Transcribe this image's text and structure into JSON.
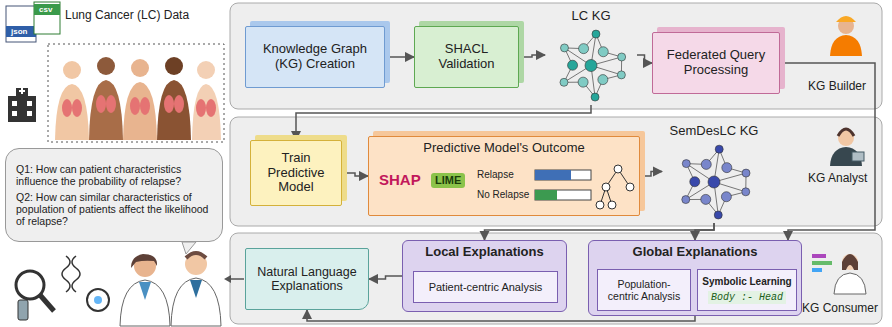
{
  "diagram": {
    "nodes": [
      {
        "text": [
          "Knowledge Graph (KG) Creation"
        ]
      },
      {
        "text": [
          "SHACL Validation"
        ]
      },
      {
        "text": [
          "LC KG"
        ]
      },
      {
        "text": [
          "Federated Query Processing"
        ]
      },
      {
        "text": [
          "Train Predictive Model"
        ]
      },
      {
        "text": [
          "Predictive Model's Outcome",
          "SHAP",
          "LIME",
          "Relapse",
          "No Relapse"
        ]
      },
      {
        "text": [
          "SemDesLC KG"
        ]
      },
      {
        "text": [
          "Natural Language Explanations"
        ]
      },
      {
        "text": [
          "Local Explanations"
        ]
      },
      {
        "text": [
          "Patient-centric Analysis"
        ],
        "in": 8
      },
      {
        "text": [
          "Global Explanations"
        ]
      },
      {
        "text": [
          "Population-centric Analysis"
        ],
        "in": 10
      },
      {
        "text": [
          "Symbolic Learning",
          "Body :- Head"
        ],
        "in": 10
      },
      {
        "text": [
          "Q1: How can patient characteristics influence the probability of relapse?",
          "Q2: How can similar characteristics of population of patients affect the likelihood of relapse?"
        ]
      }
    ],
    "edges": [
      {
        "from": 0,
        "to": 1,
        "arrow": "to"
      },
      {
        "from": 1,
        "to": 2,
        "arrow": "to"
      },
      {
        "from": 2,
        "to": 3,
        "arrow": "to"
      },
      {
        "from": 3,
        "to": 10,
        "arrow": "to"
      },
      {
        "from": 2,
        "to": 4,
        "arrow": "to"
      },
      {
        "from": 4,
        "to": 5,
        "arrow": "to"
      },
      {
        "from": 5,
        "to": 6,
        "arrow": "to"
      },
      {
        "from": 6,
        "to": 8,
        "arrow": "to"
      },
      {
        "from": 6,
        "to": 10,
        "arrow": "to"
      },
      {
        "from": 8,
        "to": 7,
        "arrow": "to"
      },
      {
        "from": 10,
        "to": 7,
        "arrow": "to"
      }
    ],
    "labels": [
      "json",
      "csv",
      "Lung Cancer (LC) Data",
      "KG Builder",
      "KG Analyst",
      "KG Consumer"
    ]
  }
}
